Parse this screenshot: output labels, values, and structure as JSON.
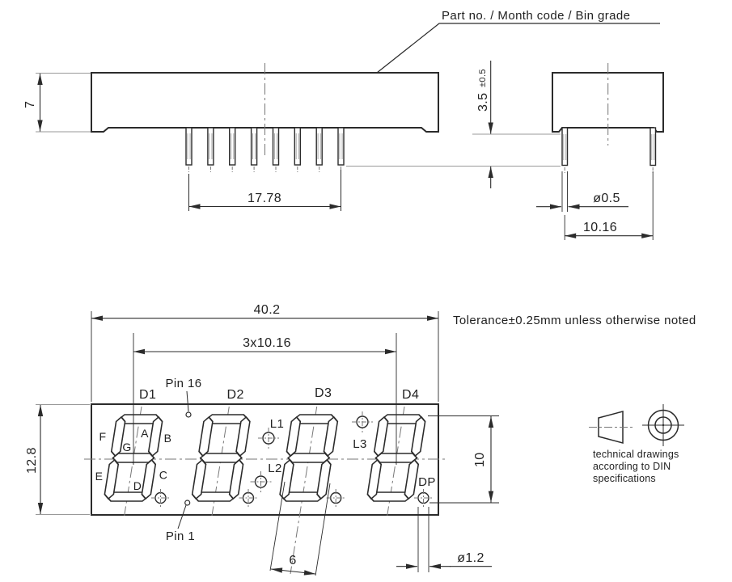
{
  "part_label": "Part no. / Month code / Bin grade",
  "tolerance_note": "Tolerance±0.25mm unless otherwise noted",
  "din_note": [
    "technical drawings",
    "according to DIN",
    "specifications"
  ],
  "dims": {
    "body_height": "7",
    "pin_row_span": "17.78",
    "standoff": "3.5",
    "standoff_tol": "±0.5",
    "pin_dia": "ø0.5",
    "row_pitch": "10.16",
    "overall_width": "40.2",
    "digit_pitch": "3x10.16",
    "overall_height": "12.8",
    "digit_height": "10",
    "digit_width": "6",
    "dp_dia": "ø1.2"
  },
  "labels": {
    "digits": [
      "D1",
      "D2",
      "D3",
      "D4"
    ],
    "segments": {
      "a": "A",
      "b": "B",
      "c": "C",
      "d": "D",
      "e": "E",
      "f": "F",
      "g": "G"
    },
    "leds": {
      "l1": "L1",
      "l2": "L2",
      "l3": "L3",
      "dp": "DP"
    },
    "pin16": "Pin 16",
    "pin1": "Pin 1"
  },
  "colors": {
    "line": "#2b2b2b",
    "centerline": "#777777",
    "extension": "#999999"
  }
}
